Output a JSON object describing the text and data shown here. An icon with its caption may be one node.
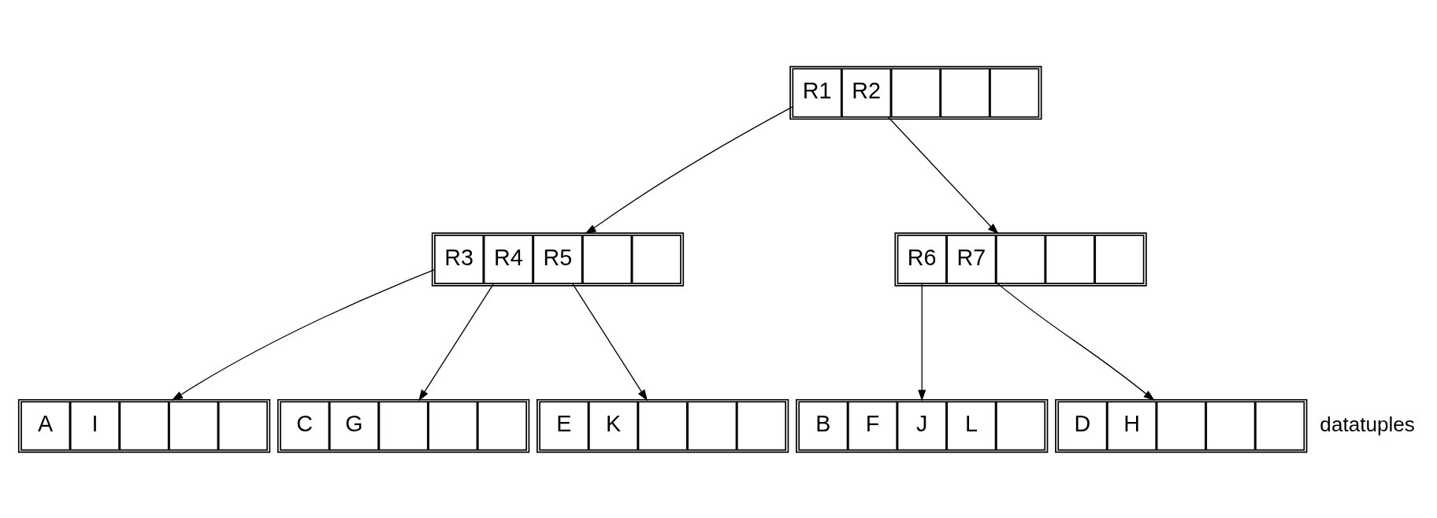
{
  "diagram": {
    "nodes": [
      {
        "text": [],
        "shape": "box"
      },
      {
        "text": [
          "R1"
        ],
        "in": 0
      },
      {
        "text": [
          "R2"
        ],
        "in": 0
      },
      {
        "text": [],
        "shape": "box",
        "in": 0
      },
      {
        "text": [],
        "shape": "box",
        "in": 0
      },
      {
        "text": [],
        "shape": "box",
        "in": 0
      },
      {
        "text": [],
        "shape": "box"
      },
      {
        "text": [
          "R3"
        ],
        "in": 6
      },
      {
        "text": [
          "R4"
        ],
        "in": 6
      },
      {
        "text": [
          "R5"
        ],
        "in": 6
      },
      {
        "text": [],
        "shape": "box",
        "in": 6
      },
      {
        "text": [],
        "shape": "box",
        "in": 6
      },
      {
        "text": [],
        "shape": "box"
      },
      {
        "text": [
          "R6"
        ],
        "in": 12
      },
      {
        "text": [
          "R7"
        ],
        "in": 12
      },
      {
        "text": [],
        "shape": "box",
        "in": 12
      },
      {
        "text": [],
        "shape": "box",
        "in": 12
      },
      {
        "text": [],
        "shape": "box",
        "in": 12
      },
      {
        "text": [],
        "shape": "box"
      },
      {
        "text": [
          "A"
        ],
        "in": 18
      },
      {
        "text": [
          "I"
        ],
        "in": 18
      },
      {
        "text": [],
        "shape": "box",
        "in": 18
      },
      {
        "text": [],
        "shape": "box",
        "in": 18
      },
      {
        "text": [],
        "shape": "box",
        "in": 18
      },
      {
        "text": [],
        "shape": "box"
      },
      {
        "text": [
          "C"
        ],
        "in": 24
      },
      {
        "text": [
          "G"
        ],
        "in": 24
      },
      {
        "text": [],
        "shape": "box",
        "in": 24
      },
      {
        "text": [],
        "shape": "box",
        "in": 24
      },
      {
        "text": [],
        "shape": "box",
        "in": 24
      },
      {
        "text": [],
        "shape": "box"
      },
      {
        "text": [
          "E"
        ],
        "in": 30
      },
      {
        "text": [
          "K"
        ],
        "in": 30
      },
      {
        "text": [],
        "shape": "box",
        "in": 30
      },
      {
        "text": [],
        "shape": "box",
        "in": 30
      },
      {
        "text": [],
        "shape": "box",
        "in": 30
      },
      {
        "text": [],
        "shape": "box"
      },
      {
        "text": [
          "B"
        ],
        "in": 36
      },
      {
        "text": [
          "F"
        ],
        "in": 36
      },
      {
        "text": [
          "J"
        ],
        "in": 36
      },
      {
        "text": [
          "L"
        ],
        "in": 36
      },
      {
        "text": [],
        "shape": "box",
        "in": 36
      },
      {
        "text": [],
        "shape": "box"
      },
      {
        "text": [
          "D"
        ],
        "in": 42
      },
      {
        "text": [
          "H"
        ],
        "in": 42
      },
      {
        "text": [],
        "shape": "box",
        "in": 42
      },
      {
        "text": [],
        "shape": "box",
        "in": 42
      },
      {
        "text": [],
        "shape": "box",
        "in": 42
      }
    ],
    "edges": [
      {
        "from": 1,
        "to": 6,
        "arrow": "to"
      },
      {
        "from": 2,
        "to": 12,
        "arrow": "to"
      },
      {
        "from": 7,
        "to": 18,
        "arrow": "to"
      },
      {
        "from": 8,
        "to": 24,
        "arrow": "to"
      },
      {
        "from": 9,
        "to": 30,
        "arrow": "to"
      },
      {
        "from": 13,
        "to": 36,
        "arrow": "to"
      },
      {
        "from": 14,
        "to": 42,
        "arrow": "to"
      }
    ],
    "labels": [
      "datatuples"
    ]
  }
}
